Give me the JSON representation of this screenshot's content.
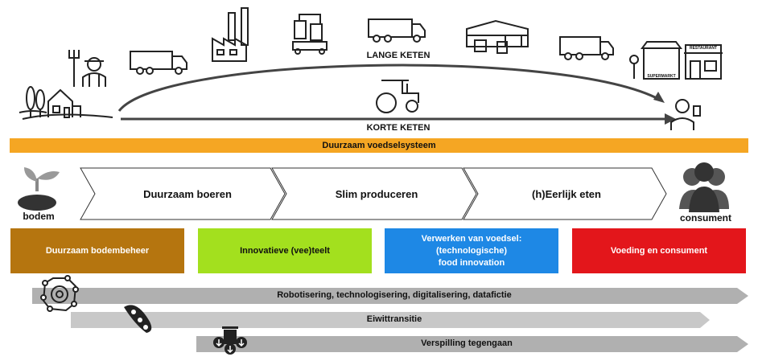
{
  "top": {
    "long_chain_label": "LANGE KETEN",
    "short_chain_label": "KORTE KETEN",
    "supermarket_label": "SUPERMARKT",
    "restaurant_label": "RESTAURANT"
  },
  "banner": {
    "label": "Duurzaam voedselsysteem",
    "color": "#F5A623"
  },
  "flow": {
    "start_label": "bodem",
    "end_label": "consument",
    "steps": [
      "Duurzaam boeren",
      "Slim produceren",
      "(h)Eerlijk eten"
    ]
  },
  "domains": [
    {
      "label": "Duurzaam bodembeheer",
      "color": "#B5750F"
    },
    {
      "label": "Innovatieve (vee)teelt",
      "color": "#A3E01E"
    },
    {
      "label": "Verwerken van voedsel:\n(technologische)\nfood innovation",
      "color": "#1E88E5"
    },
    {
      "label": "Voeding en consument",
      "color": "#E3161B"
    }
  ],
  "themes": [
    "Robotisering, technologisering, digitalisering, datafictie",
    "Eiwittransitie",
    "Verspilling tegengaan"
  ]
}
